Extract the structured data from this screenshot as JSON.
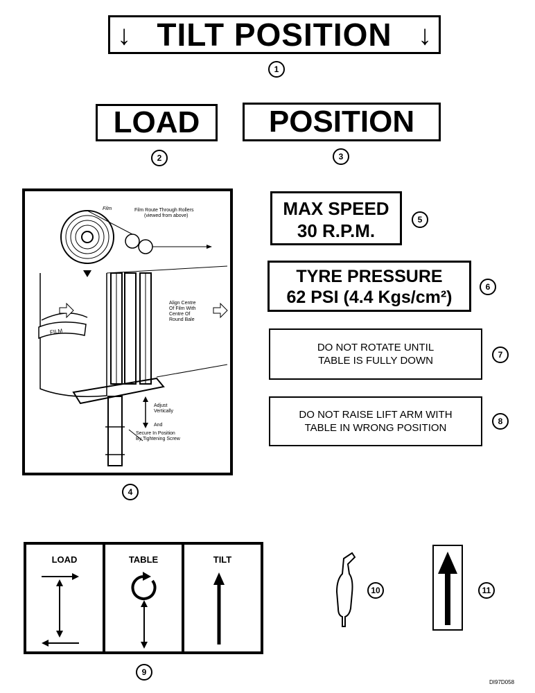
{
  "tilt_position": {
    "text": "TILT POSITION",
    "number": "1"
  },
  "load": {
    "text": "LOAD",
    "number": "2"
  },
  "position": {
    "text": "POSITION",
    "number": "3"
  },
  "film_decal": {
    "number": "4",
    "film_route": "Film Route Through Rollers",
    "viewed": "(viewed from above)",
    "film_small": "Film",
    "align_l1": "Align Centre",
    "align_l2": "Of Film With",
    "align_l3": "Centre Of",
    "align_l4": "Round Bale",
    "film_band": "FILM",
    "adjust_l1": "Adjust",
    "adjust_l2": "Vertically",
    "and": "And",
    "secure_l1": "Secure In Position",
    "secure_l2": "By Tightening Screw"
  },
  "max_speed": {
    "line1": "MAX SPEED",
    "line2": "30 R.P.M.",
    "number": "5"
  },
  "tyre_pressure": {
    "line1": "TYRE PRESSURE",
    "line2": "62 PSI (4.4 Kgs/cm²)",
    "number": "6"
  },
  "do_not_rotate": {
    "line1": "DO NOT ROTATE UNTIL",
    "line2": "TABLE IS FULLY DOWN",
    "number": "7"
  },
  "do_not_raise": {
    "line1": "DO NOT RAISE LIFT ARM WITH",
    "line2": "TABLE IN WRONG POSITION",
    "number": "8"
  },
  "control_decal": {
    "load": "LOAD",
    "table": "TABLE",
    "tilt": "TILT",
    "number": "9"
  },
  "item10": {
    "number": "10"
  },
  "item11": {
    "number": "11"
  },
  "drawing_code": "DI97D058"
}
